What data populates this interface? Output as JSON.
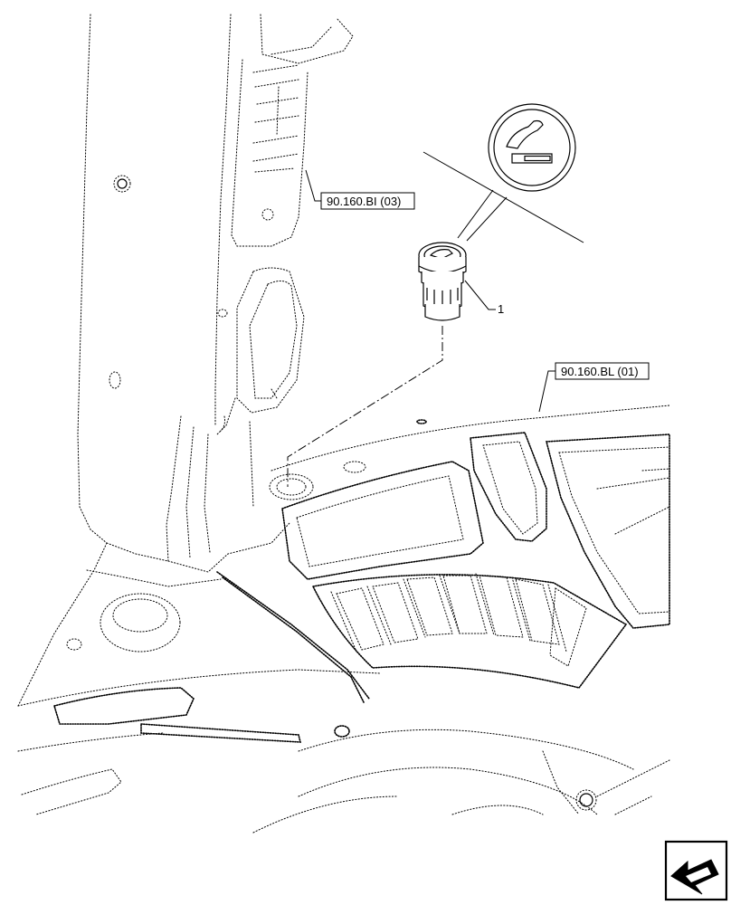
{
  "callouts": {
    "ref_upper": "90.160.BI (03)",
    "ref_lower": "90.160.BL (01)",
    "item_number": "1"
  },
  "icons": {
    "lighter_symbol": "cigar-lighter-icon",
    "nav_arrow": "previous-page-arrow-icon"
  }
}
